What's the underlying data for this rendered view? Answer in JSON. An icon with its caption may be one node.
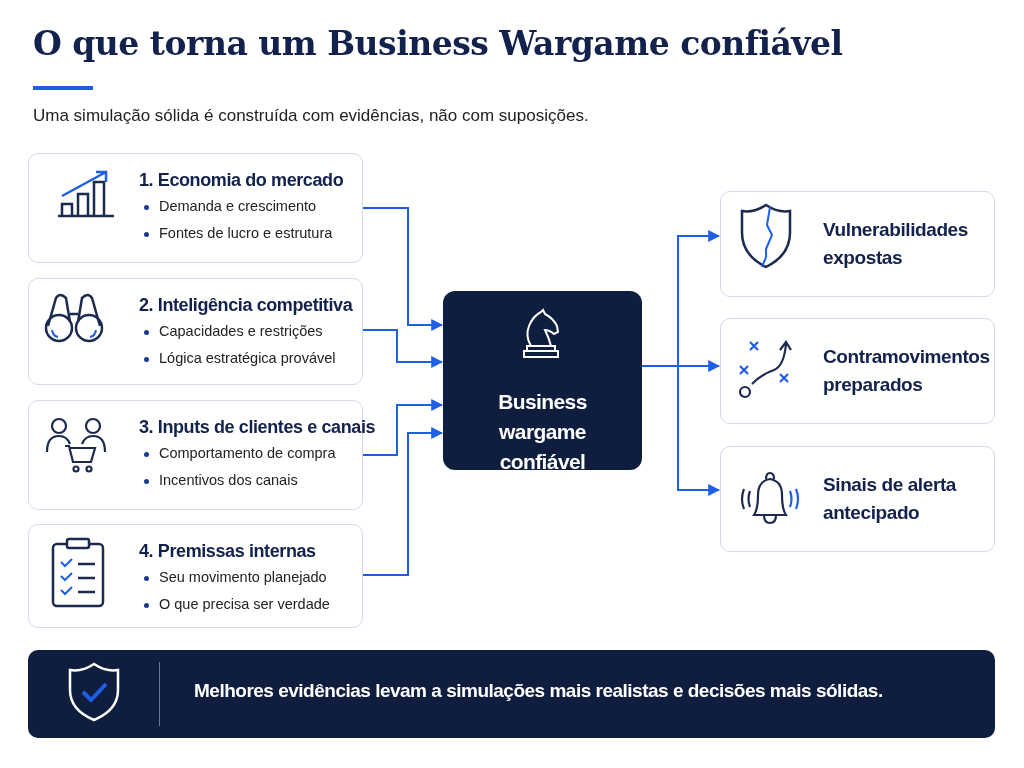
{
  "diagram": {
    "title": "O que torna um Business Wargame confiável",
    "caption": "Uma simulação sólida é construída com evidências, não com suposições.",
    "nodes": [
      {
        "text": [
          "1. Economia do mercado",
          "Demanda e crescimento",
          "Fontes de lucro e estrutura"
        ]
      },
      {
        "text": [
          "2. Inteligência competitiva",
          "Capacidades e restrições",
          "Lógica estratégica provável"
        ]
      },
      {
        "text": [
          "3. Inputs de clientes e canais",
          "Comportamento de compra",
          "Incentivos dos canais"
        ]
      },
      {
        "text": [
          "4. Premissas internas",
          "Seu movimento planejado",
          "O que precisa ser verdade"
        ]
      },
      {
        "text": [
          "Business wargame confiável"
        ]
      },
      {
        "text": [
          "Vulnerabilidades expostas"
        ]
      },
      {
        "text": [
          "Contramovimentos preparados"
        ]
      },
      {
        "text": [
          "Sinais de alerta antecipado"
        ]
      },
      {
        "text": [
          "Melhores evidências levam a simulações mais realistas e decisões mais sólidas."
        ]
      }
    ],
    "edges": [
      {
        "from": 0,
        "to": 4,
        "arrow": "to"
      },
      {
        "from": 1,
        "to": 4,
        "arrow": "to"
      },
      {
        "from": 2,
        "to": 4,
        "arrow": "to"
      },
      {
        "from": 3,
        "to": 4,
        "arrow": "to"
      },
      {
        "from": 4,
        "to": 5,
        "arrow": "to"
      },
      {
        "from": 4,
        "to": 6,
        "arrow": "to"
      },
      {
        "from": 4,
        "to": 7,
        "arrow": "to"
      }
    ]
  }
}
